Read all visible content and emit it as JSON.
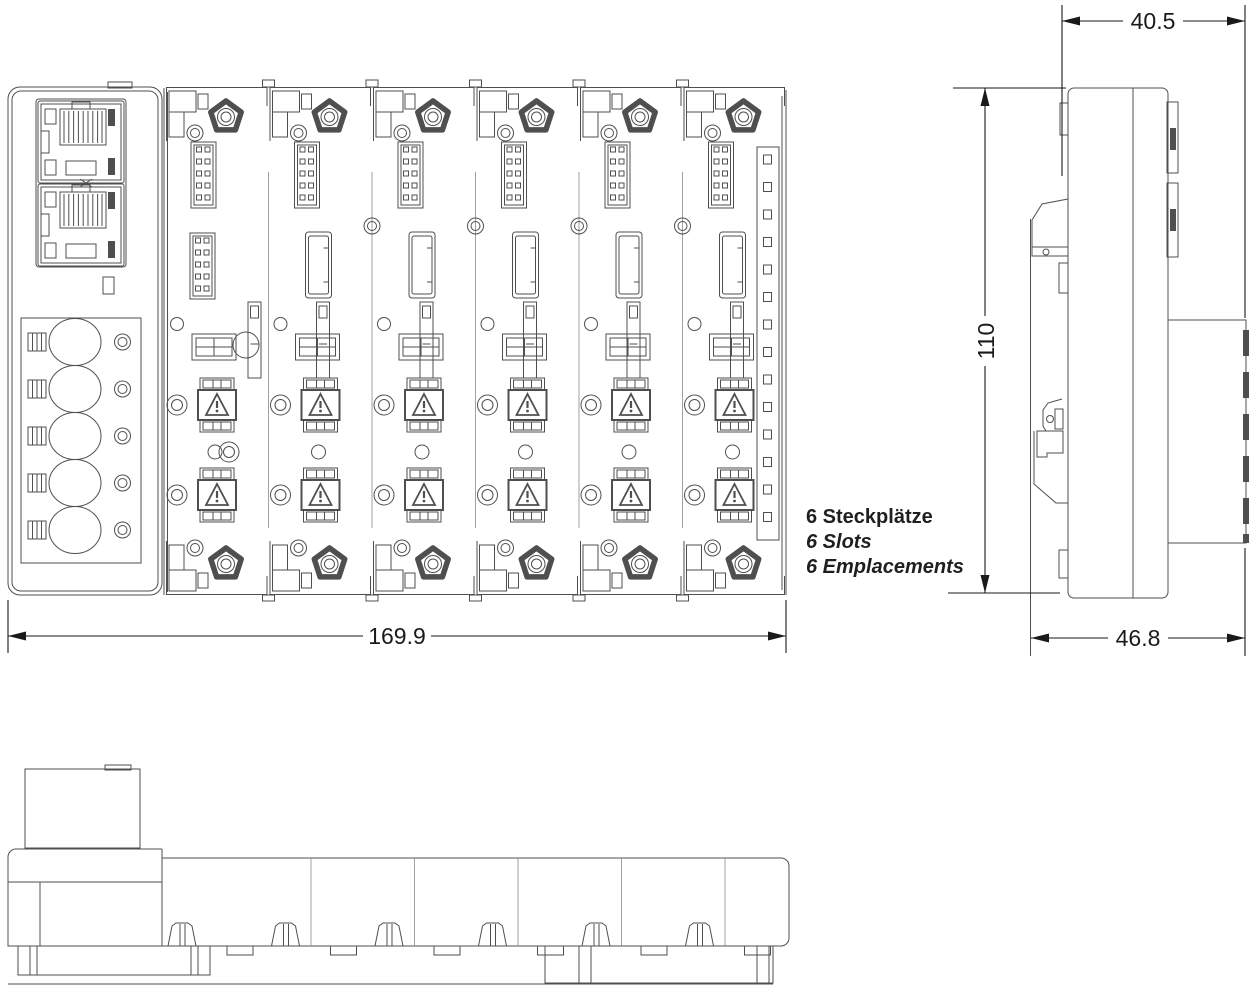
{
  "page": {
    "background": "#ffffff"
  },
  "colors": {
    "background": "#ffffff",
    "line": "#4f4f4f",
    "dimension": "#1a1a1a",
    "text": "#1f1f1f"
  },
  "dimensions": {
    "front_width": "169.9",
    "side_top_depth": "40.5",
    "side_height": "110",
    "side_bottom_depth": "46.8"
  },
  "slot_note": {
    "de": "6 Steckplätze",
    "en": "6 Slots",
    "fr": "6 Emplacements"
  }
}
